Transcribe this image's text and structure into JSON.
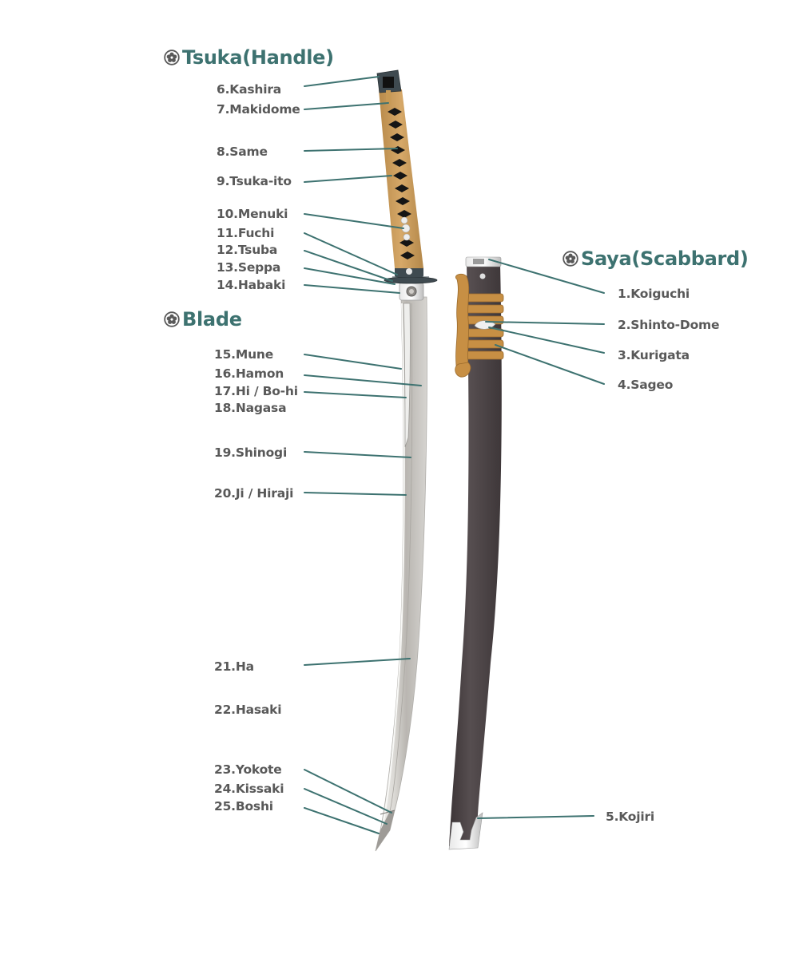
{
  "colors": {
    "title": "#3d7270",
    "label": "#595959",
    "leader_line": "#3d7270",
    "tsuka_ito": "#c89a55",
    "same_diamond": "#151515",
    "saya_lacquer": "#4a4244",
    "sageo": "#c78f44",
    "blade_steel": "#c9c7c3",
    "fittings": "#3f4a50"
  },
  "sections": {
    "tsuka": {
      "title": "Tsuka(Handle)",
      "icon": "mon-crest-icon"
    },
    "blade": {
      "title": "Blade",
      "icon": "mon-crest-icon"
    },
    "saya": {
      "title": "Saya(Scabbard)",
      "icon": "mon-crest-icon"
    }
  },
  "labels": {
    "koiguchi": "1.Koiguchi",
    "shinto_dome": "2.Shinto-Dome",
    "kurigata": "3.Kurigata",
    "sageo": "4.Sageo",
    "kojiri": "5.Kojiri",
    "kashira": "6.Kashira",
    "makidome": "7.Makidome",
    "same": "8.Same",
    "tsuka_ito": "9.Tsuka-ito",
    "menuki": "10.Menuki",
    "fuchi": "11.Fuchi",
    "tsuba": "12.Tsuba",
    "seppa": "13.Seppa",
    "habaki": "14.Habaki",
    "mune": "15.Mune",
    "hamon": "16.Hamon",
    "hi_bohi": "17.Hi / Bo-hi",
    "nagasa": "18.Nagasa",
    "shinogi": "19.Shinogi",
    "ji_hiraji": "20.Ji / Hiraji",
    "ha": "21.Ha",
    "hasaki": "22.Hasaki",
    "yokote": "23.Yokote",
    "kissaki": "24.Kissaki",
    "boshi": "25.Boshi"
  }
}
